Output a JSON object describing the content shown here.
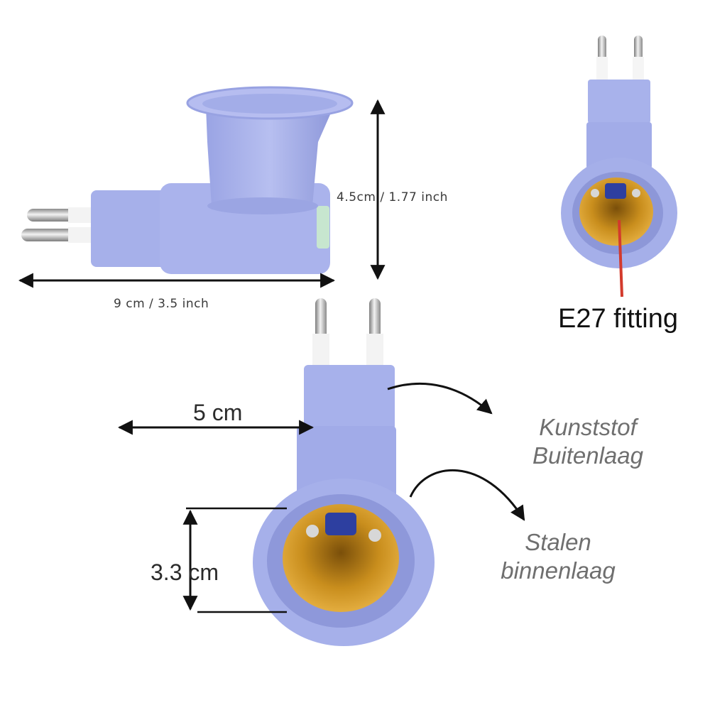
{
  "dimensions": {
    "height_label": "4.5cm / 1.77 inch",
    "length_label": "9 cm / 3.5 inch",
    "width_label": "5 cm",
    "socket_depth_label": "3.3 cm"
  },
  "callouts": {
    "fitting": "E27 fitting",
    "outer_line1": "Kunststof",
    "outer_line2": "Buitenlaag",
    "inner_line1": "Stalen",
    "inner_line2": "binnenlaag"
  },
  "colors": {
    "plastic": "#a9b3ea",
    "plastic_shade": "#8f99d9",
    "brass": "#c8901c",
    "pointer": "#d33a2c"
  }
}
